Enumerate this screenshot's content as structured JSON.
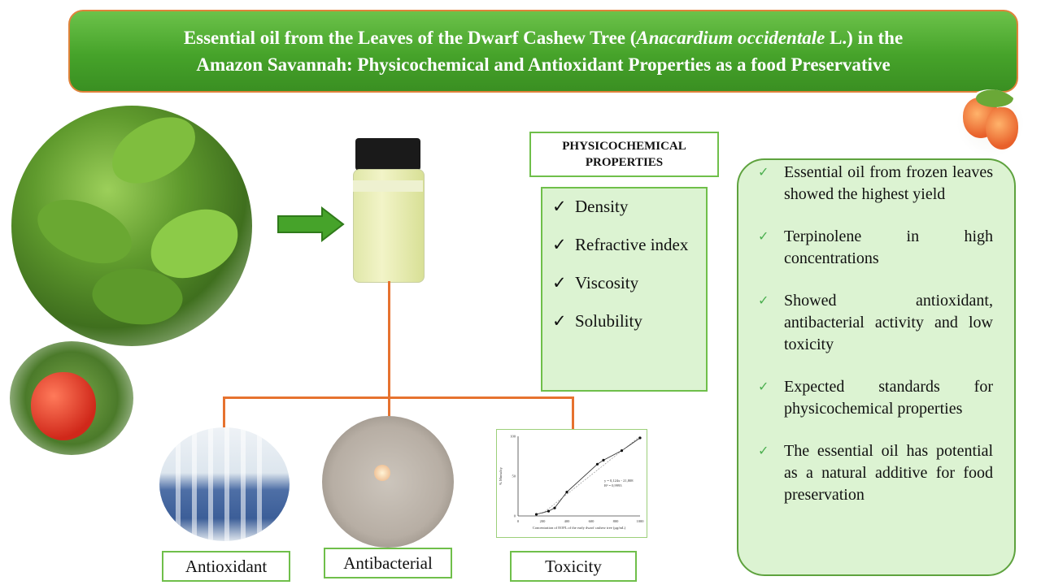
{
  "title": {
    "line1_pre": "Essential oil from the Leaves of the Dwarf Cashew Tree (",
    "line1_italic": "Anacardium occidentale",
    "line1_post": " L.) in the",
    "line2": "Amazon Savannah: Physicochemical and Antioxidant Properties as a food Preservative"
  },
  "physicochemical": {
    "heading": "PHYSICOCHEMICAL PROPERTIES",
    "items": [
      "Density",
      "Refractive index",
      "Viscosity",
      "Solubility"
    ]
  },
  "findings": [
    "Essential oil from frozen leaves showed the highest yield",
    "Terpinolene in high concentrations",
    "Showed antioxidant, antibacterial activity and low toxicity",
    "Expected standards for physicochemical properties",
    "The essential oil has potential as a natural additive for food preservation"
  ],
  "activities": {
    "antioxidant": "Antioxidant",
    "antibacterial": "Antibacterial",
    "toxicity": "Toxicity"
  },
  "toxicity_chart": {
    "ylabel": "% Mortality",
    "xlabel": "Concentration of EOFL of the early dwarf cashew tree (µg/mL)",
    "equation": "y = 0,124x - 21,808",
    "r2": "R² = 0,9993"
  },
  "chart_data": {
    "type": "line",
    "x": [
      150,
      250,
      300,
      400,
      650,
      700,
      850,
      1000
    ],
    "y": [
      2,
      6,
      10,
      30,
      65,
      70,
      82,
      98
    ],
    "xticks": [
      "0",
      "200",
      "400",
      "600",
      "800",
      "1000"
    ],
    "yticks": [
      "0",
      "50",
      "100"
    ],
    "xlim": [
      0,
      1000
    ],
    "ylim": [
      0,
      100
    ],
    "grid": false
  },
  "colors": {
    "accent_green": "#46a32a",
    "connector_orange": "#e6722f",
    "panel_green": "#dcf3d2"
  }
}
